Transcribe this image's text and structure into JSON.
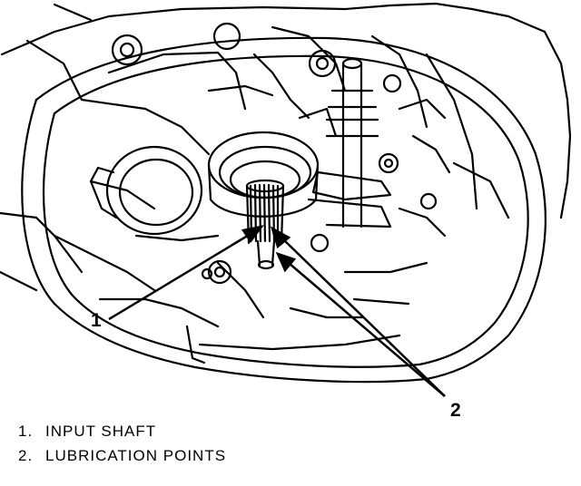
{
  "callouts": {
    "one": "1",
    "two": "2"
  },
  "legend": [
    {
      "number": "1.",
      "text": "INPUT SHAFT"
    },
    {
      "number": "2.",
      "text": "LUBRICATION POINTS"
    }
  ]
}
